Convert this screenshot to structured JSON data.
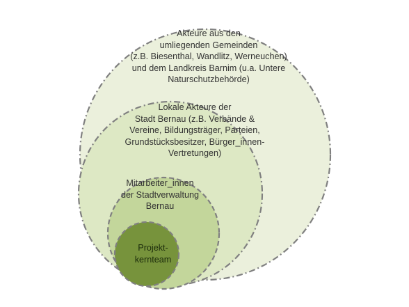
{
  "circles": {
    "outer": {
      "lines": [
        "Akteure aus den",
        "umliegenden Gemeinden",
        "(z.B. Biesenthal, Wandlitz, Werneuchen)",
        "und dem Landkreis Barnim (u.a. Untere",
        "Naturschutzbehörde)"
      ],
      "fill": "#ebf0dc"
    },
    "local": {
      "lines": [
        "Lokale Akteure der",
        "Stadt Bernau (z.B. Verbände &",
        "Vereine, Bildungsträger, Parteien,",
        "Grundstücksbesitzer, Bürger_innen-",
        "Vertretungen)"
      ],
      "fill": "#dde8c4"
    },
    "staff": {
      "lines": [
        "Mitarbeiter_innen",
        "der Stadtverwaltung",
        "Bernau"
      ],
      "fill": "#c3d69b"
    },
    "core": {
      "lines": [
        "Projekt-",
        "kernteam"
      ],
      "fill": "#77933c"
    }
  },
  "colors": {
    "border": "#808080",
    "text": "#333333",
    "core_text": "#1a2a0a"
  }
}
